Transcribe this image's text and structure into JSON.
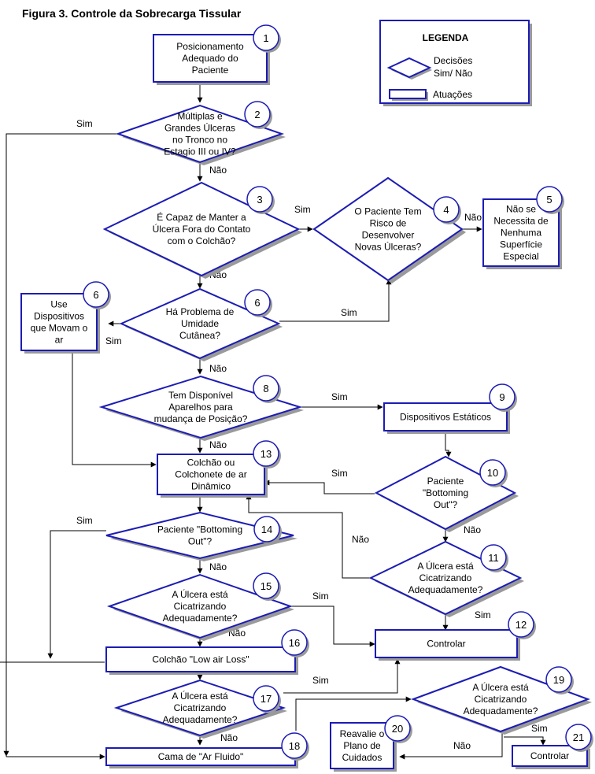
{
  "title": "Figura 3. Controle da Sobrecarga Tissular",
  "legend": {
    "title": "LEGENDA",
    "decision_line1": "Decisões",
    "decision_line2": "Sim/ Não",
    "action": "Atuações"
  },
  "nodes": {
    "n1": {
      "num": "1",
      "lines": [
        "Posicionamento",
        "Adequado do",
        "Paciente"
      ]
    },
    "n2": {
      "num": "2",
      "lines": [
        "Múltiplas e",
        "Grandes Úlceras",
        "no Tronco no",
        "Estagio III ou IV?"
      ]
    },
    "n3": {
      "num": "3",
      "lines": [
        "É Capaz de Manter a",
        "Úlcera Fora do Contato",
        "com o Colchão?"
      ]
    },
    "n4": {
      "num": "4",
      "lines": [
        "O Paciente Tem",
        "Risco de",
        "Desenvolver",
        "Novas Úlceras?"
      ]
    },
    "n5": {
      "num": "5",
      "lines": [
        "Não se",
        "Necessita de",
        "Nenhuma",
        "Superfície",
        "Especial"
      ]
    },
    "n6a": {
      "num": "6",
      "lines": [
        "Use",
        "Dispositivos",
        "que Movam o",
        "ar"
      ]
    },
    "n6b": {
      "num": "6",
      "lines": [
        "Há Problema de",
        "Umidade",
        "Cutânea?"
      ]
    },
    "n8": {
      "num": "8",
      "lines": [
        "Tem Disponível",
        "Aparelhos para",
        "mudança de Posição?"
      ]
    },
    "n9": {
      "num": "9",
      "lines": [
        "Dispositivos Estáticos"
      ]
    },
    "n10": {
      "num": "10",
      "lines": [
        "Paciente",
        "\"Bottoming",
        "Out\"?"
      ]
    },
    "n11": {
      "num": "11",
      "lines": [
        "A Úlcera está",
        "Cicatrizando",
        "Adequadamente?"
      ]
    },
    "n12": {
      "num": "12",
      "lines": [
        "Controlar"
      ]
    },
    "n13": {
      "num": "13",
      "lines": [
        "Colchão ou",
        "Colchonete de ar",
        "Dinâmico"
      ]
    },
    "n14": {
      "num": "14",
      "lines": [
        "Paciente \"Bottoming",
        "Out\"?"
      ]
    },
    "n15": {
      "num": "15",
      "lines": [
        "A Úlcera está",
        "Cicatrizando",
        "Adequadamente?"
      ]
    },
    "n16": {
      "num": "16",
      "lines": [
        "Colchão \"Low air Loss\""
      ]
    },
    "n17": {
      "num": "17",
      "lines": [
        "A Úlcera está",
        "Cicatrizando",
        "Adequadamente?"
      ]
    },
    "n18": {
      "num": "18",
      "lines": [
        "Cama de \"Ar Fluido\""
      ]
    },
    "n19": {
      "num": "19",
      "lines": [
        "A Úlcera está",
        "Cicatrizando",
        "Adequadamente?"
      ]
    },
    "n20": {
      "num": "20",
      "lines": [
        "Reavalie o",
        "Plano de",
        "Cuidados"
      ]
    },
    "n21": {
      "num": "21",
      "lines": [
        "Controlar"
      ]
    }
  },
  "edge_labels": {
    "sim_2": "Sim",
    "nao_2": "Não",
    "sim_3": "Sim",
    "nao_3": "Não",
    "nao_4": "Não",
    "sim_6a": "Sim",
    "sim_6b": "Sim",
    "nao_6": "Não",
    "sim_8": "Sim",
    "nao_8": "Não",
    "sim_10": "Sim",
    "nao_10": "Não",
    "nao_11": "Não",
    "sim_11": "Sim",
    "sim_14": "Sim",
    "nao_14": "Não",
    "sim_15": "Sim",
    "nao_15": "Não",
    "sim_17": "Sim",
    "nao_17": "Não",
    "sim_19": "Sim",
    "nao_19": "Não"
  }
}
